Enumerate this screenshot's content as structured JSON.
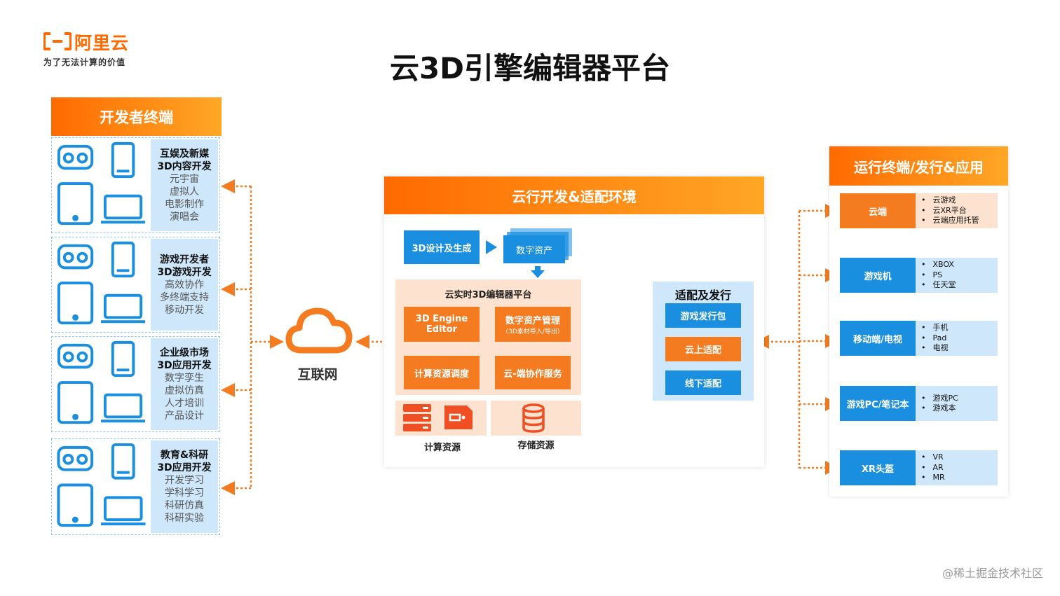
{
  "brand": {
    "name": "阿里云",
    "slogan": "为了无法计算的价值"
  },
  "title": "云3D引擎编辑器平台",
  "developer_terminal": {
    "header": "开发者终端",
    "groups": [
      {
        "title_lines": [
          "互娱及新媒",
          "3D内容开发"
        ],
        "sub_lines": [
          "元宇宙",
          "虚拟人",
          "电影制作",
          "演唱会"
        ]
      },
      {
        "title_lines": [
          "游戏开发者",
          "3D游戏开发"
        ],
        "sub_lines": [
          "高效协作",
          "多终端支持",
          "移动开发"
        ]
      },
      {
        "title_lines": [
          "企业级市场",
          "3D应用开发"
        ],
        "sub_lines": [
          "数字孪生",
          "虚拟仿真",
          "人才培训",
          "产品设计"
        ]
      },
      {
        "title_lines": [
          "教育&科研",
          "3D应用开发"
        ],
        "sub_lines": [
          "开发学习",
          "学科学习",
          "科研仿真",
          "科研实验"
        ]
      }
    ]
  },
  "internet": {
    "label": "互联网"
  },
  "cloud_env": {
    "header": "云行开发&适配环境",
    "design_box": "3D设计及生成",
    "digital_assets": "数字资产",
    "editor_platform": {
      "title": "云实时3D编辑器平台",
      "engine_line1": "3D Engine",
      "engine_line2": "Editor",
      "asset_mgmt": "数字资产管理",
      "asset_mgmt_sub": "（3D素材导入/导出）",
      "compute_sched": "计算资源调度",
      "collab": "云-端协作服务"
    },
    "compute_resources": "计算资源",
    "storage_resources": "存储资源",
    "fit_release": {
      "title": "适配及发行",
      "items": [
        "游戏发行包",
        "云上适配",
        "线下适配"
      ]
    }
  },
  "runtime": {
    "header": "运行终端/发行&应用",
    "items": [
      {
        "label": "云端",
        "subs": [
          "云游戏",
          "云XR平台",
          "云端应用托管"
        ]
      },
      {
        "label": "游戏机",
        "subs": [
          "XBOX",
          "PS",
          "任天堂"
        ]
      },
      {
        "label": "移动端/电视",
        "subs": [
          "手机",
          "Pad",
          "电视"
        ]
      },
      {
        "label": "游戏PC/笔记本",
        "subs": [
          "游戏PC",
          "游戏本"
        ]
      },
      {
        "label": "XR头盔",
        "subs": [
          "VR",
          "AR",
          "MR"
        ]
      }
    ]
  },
  "watermark": "@稀土掘金技术社区",
  "colors": {
    "orange": "#f47b20",
    "blue": "#1a8fe0",
    "light_blue": "#cfe7fb",
    "peach": "#fde3cf"
  }
}
